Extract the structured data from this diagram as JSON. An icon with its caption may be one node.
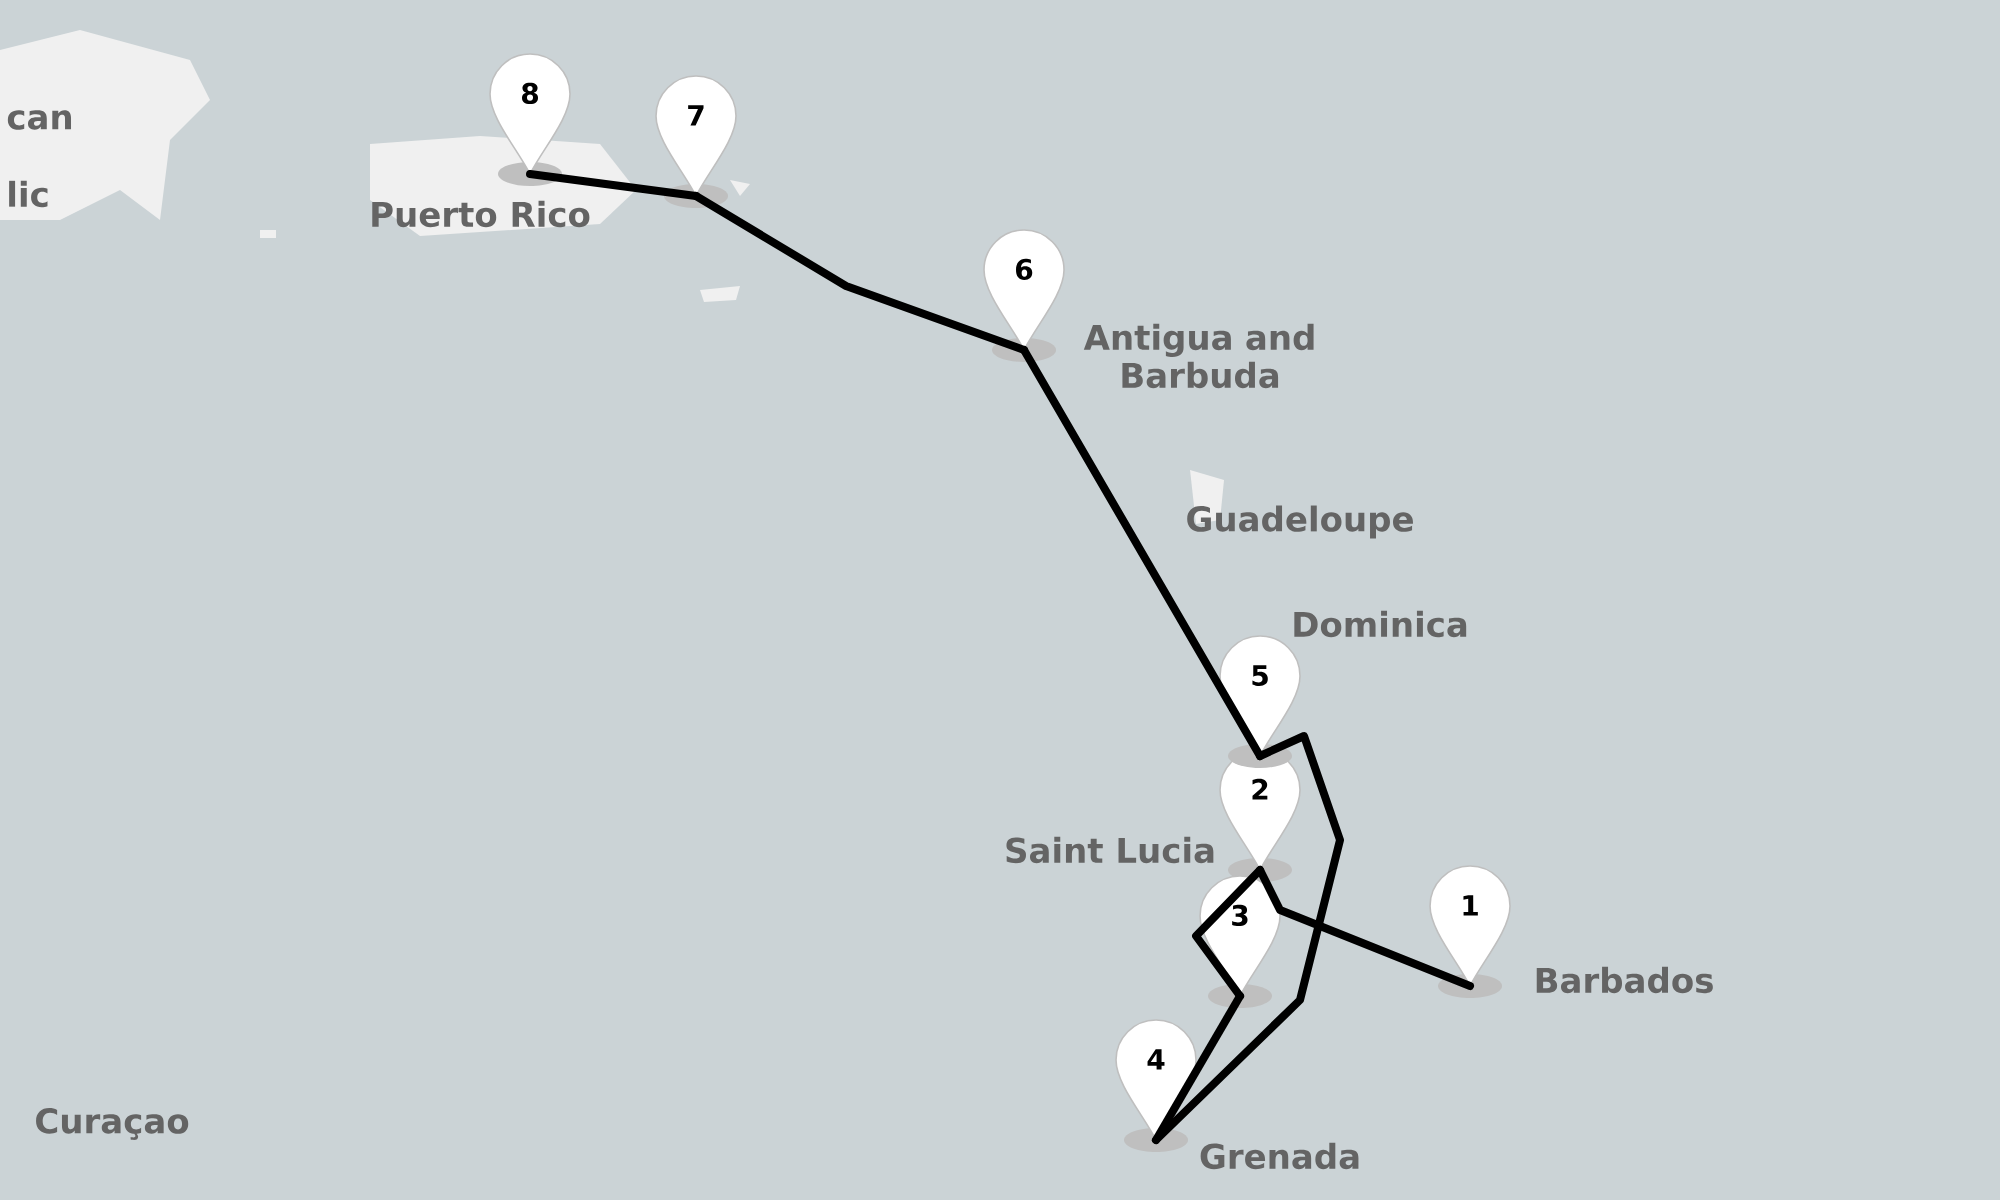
{
  "diagram": {
    "nodes": [
      {
        "text": [
          "1"
        ]
      },
      {
        "text": [
          "2"
        ]
      },
      {
        "text": [
          "3"
        ]
      },
      {
        "text": [
          "4"
        ]
      },
      {
        "text": [
          "5"
        ]
      },
      {
        "text": [
          "6"
        ]
      },
      {
        "text": [
          "7"
        ]
      },
      {
        "text": [
          "8"
        ]
      }
    ],
    "edges": [
      {
        "from": 0,
        "to": 1,
        "arrow": "none"
      },
      {
        "from": 1,
        "to": 2,
        "arrow": "none"
      },
      {
        "from": 2,
        "to": 3,
        "arrow": "none"
      },
      {
        "from": 3,
        "to": 4,
        "arrow": "none"
      },
      {
        "from": 4,
        "to": 5,
        "arrow": "none"
      },
      {
        "from": 5,
        "to": 6,
        "arrow": "none"
      },
      {
        "from": 6,
        "to": 7,
        "arrow": "none"
      }
    ],
    "labels": [
      "can",
      "lic",
      "Puerto Rico",
      "Antigua and Barbuda",
      "Guadeloupe",
      "Dominica",
      "Saint Lucia",
      "Barbados",
      "Grenada",
      "Curaçao"
    ]
  }
}
